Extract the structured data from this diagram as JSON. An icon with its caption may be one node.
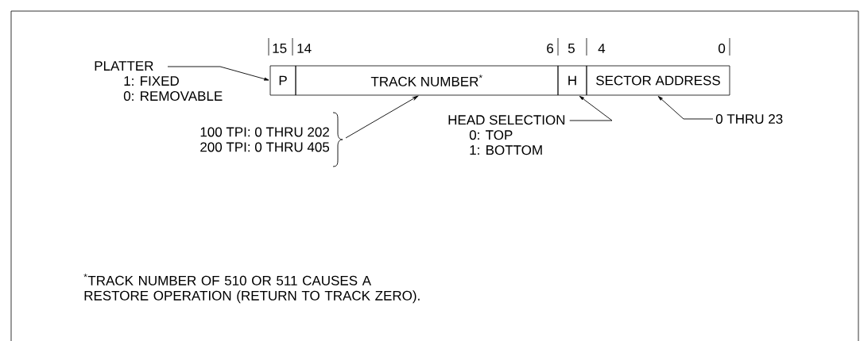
{
  "diagram": {
    "nodes": [
      {
        "text": [
          "P"
        ]
      },
      {
        "text": [
          "TRACK NUMBER$^{*}$"
        ]
      },
      {
        "text": [
          "H"
        ]
      },
      {
        "text": [
          "SECTOR ADDRESS"
        ]
      },
      {
        "text": [
          "PLATTER",
          "1: FIXED",
          "0: REMOVABLE"
        ]
      },
      {
        "text": [
          "100 TPI: 0 THRU 202",
          "200 TPI: 0 THRU 405"
        ]
      },
      {
        "text": [
          "HEAD SELECTION",
          "0: TOP",
          "1: BOTTOM"
        ]
      },
      {
        "text": [
          "0 THRU 23"
        ]
      }
    ],
    "edges": [
      {
        "from": 4,
        "to": 0,
        "arrow": "to"
      },
      {
        "from": 5,
        "to": 1,
        "arrow": "to"
      },
      {
        "from": 6,
        "to": 2,
        "arrow": "to"
      },
      {
        "from": 7,
        "to": 3,
        "arrow": "to"
      }
    ],
    "labels": [
      "15",
      "14",
      "6",
      "5",
      "4",
      "0",
      "$^{*}$TRACK NUMBER OF 510 OR 511 CAUSES A RESTORE OPERATION (RETURN TO TRACK ZERO)."
    ]
  }
}
